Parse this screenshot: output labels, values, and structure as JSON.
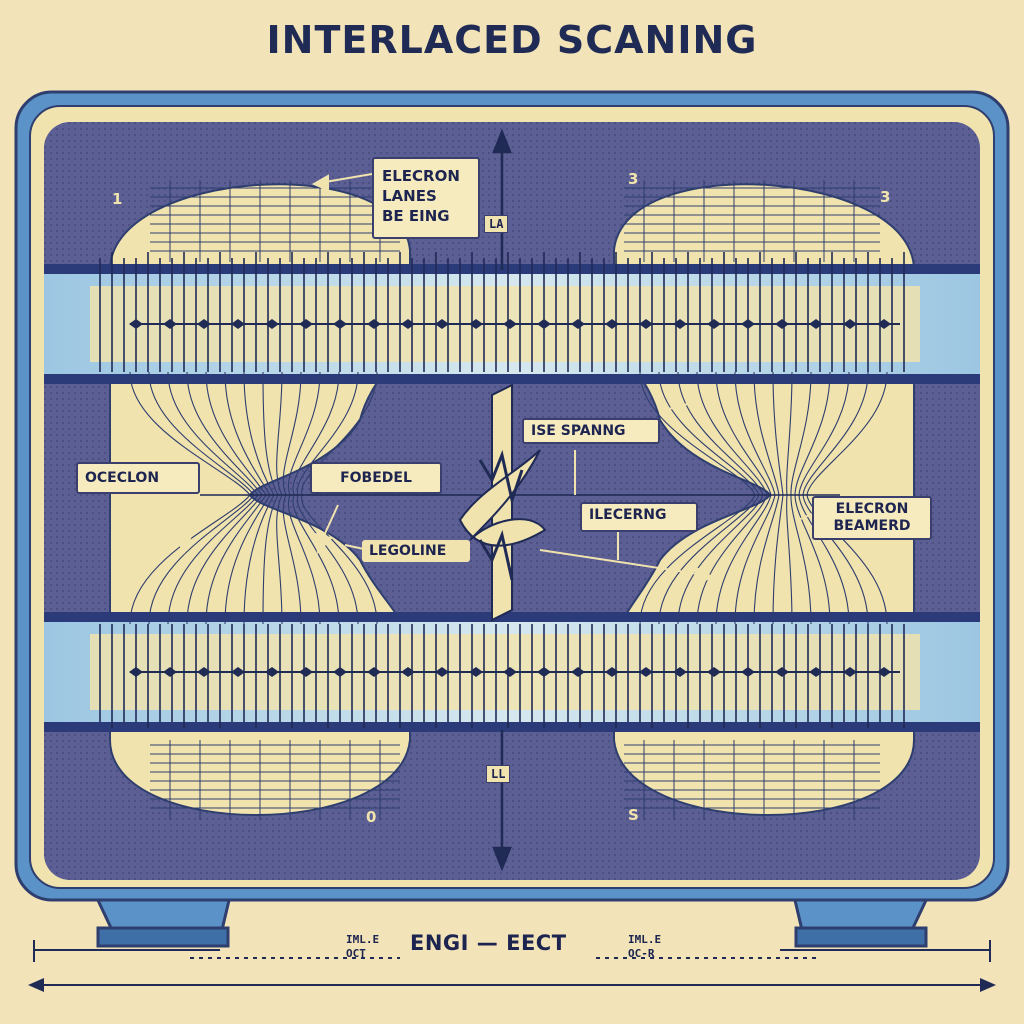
{
  "title": "INTERLACED SCANING",
  "labels": {
    "electron_lanes": "ELECRON\nLANES\nBE EING",
    "ise_spanning": "ISE SPANNG",
    "oceclon": "OCECLON",
    "fobedel": "FOBEDEL",
    "ilecering": "ILECERNG",
    "electron_beamed": "ELECRON\nBEAMERD",
    "legoline": "LEGOLINE"
  },
  "axis_tags": {
    "top": "LA",
    "bottom": "LL"
  },
  "corner_numbers": {
    "top_left": "1",
    "top_middle": "3",
    "top_right": "3",
    "bottom_left": "0",
    "bottom_right": "S"
  },
  "footer": {
    "left_small_1": "IML.E",
    "left_small_2": "OCT",
    "main": "ENGI — EECT",
    "right_small_1": "IML.E",
    "right_small_2": "OC-R"
  },
  "colors": {
    "paper": "#f2e4b8",
    "frame": "#5b93c9",
    "screen": "#5c5f94",
    "lobe": "#f1e3ae",
    "ink": "#1f2a55"
  }
}
